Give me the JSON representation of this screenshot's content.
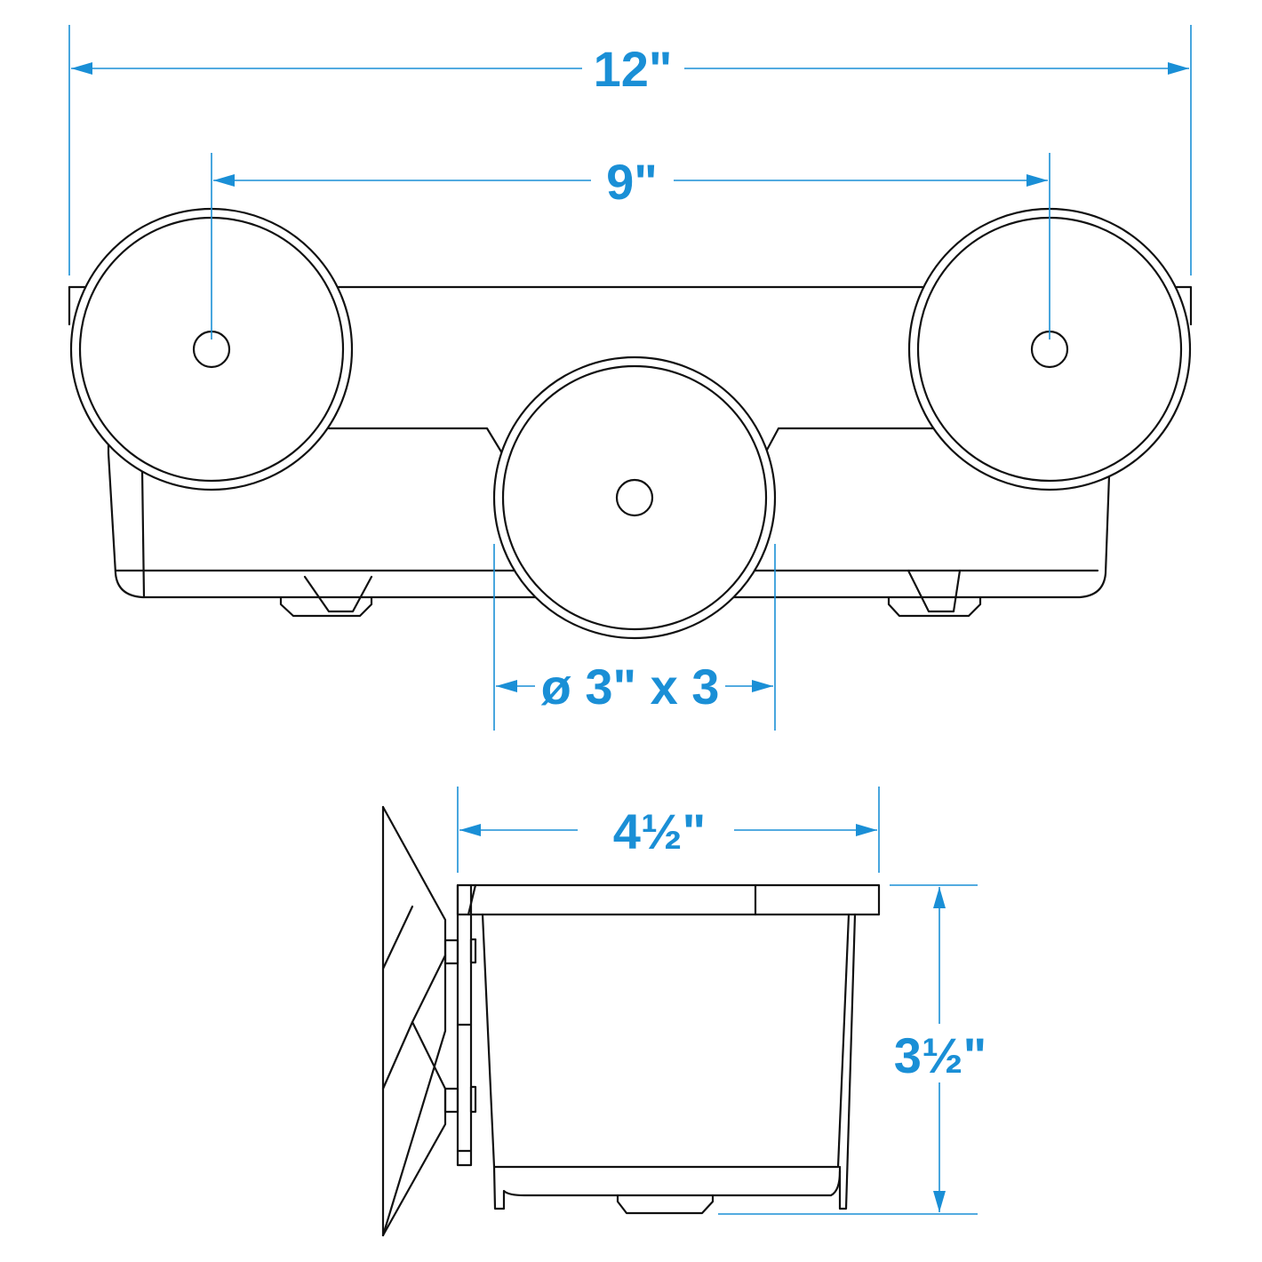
{
  "drawing": {
    "title": "Triple cup holder with suction mounts - dimension drawing",
    "colors": {
      "line": "#111111",
      "dimension": "#1a8fd6",
      "background": "#ffffff"
    },
    "top_view": {
      "overall_width_label": "12\"",
      "mount_spacing_label": "9\"",
      "suction_cup_label": "ø 3\" x 3"
    },
    "side_view": {
      "depth_label": "4½\"",
      "height_label": "3½\""
    }
  }
}
